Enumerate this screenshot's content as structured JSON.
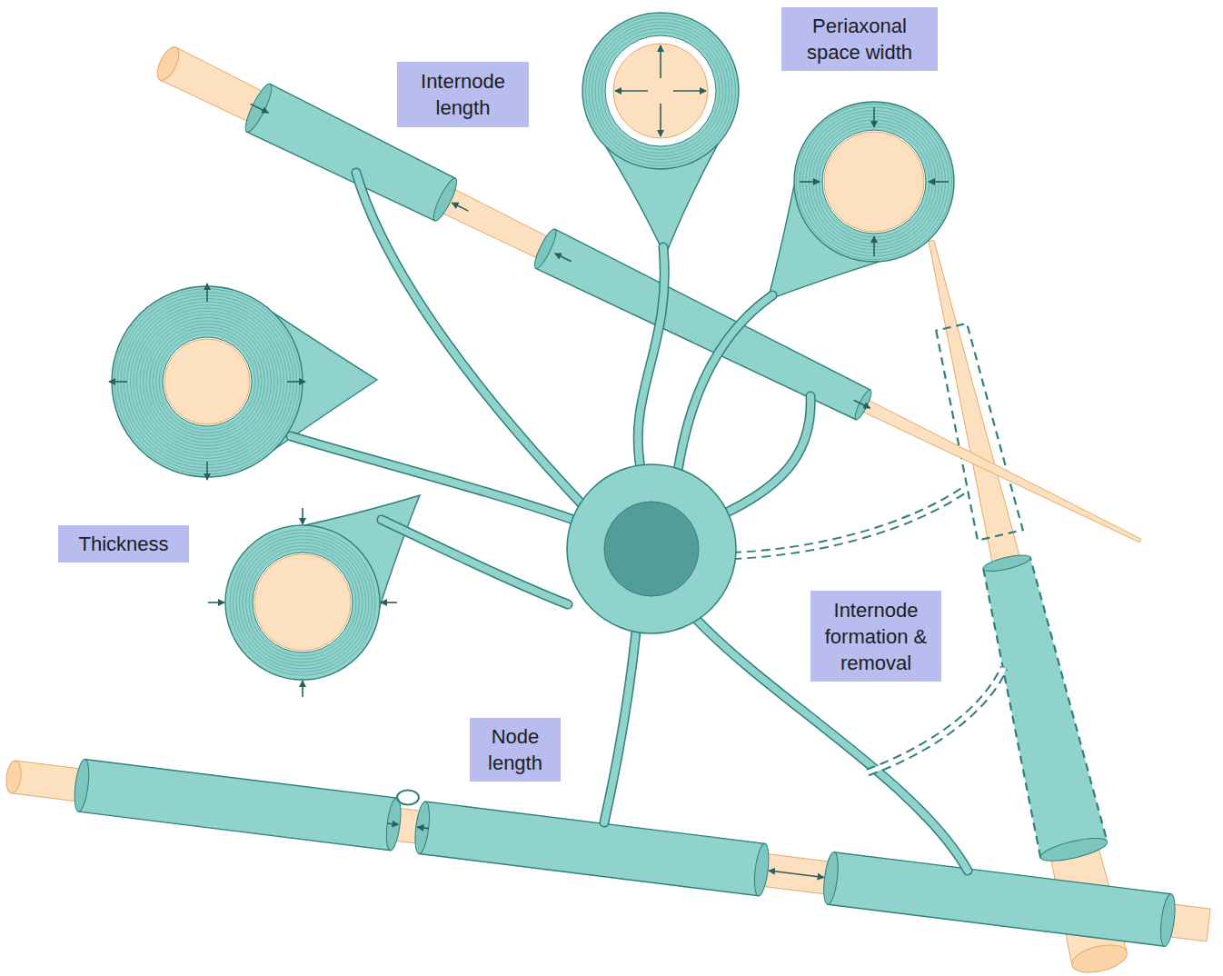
{
  "diagram": {
    "nodes": [
      {
        "text": [
          "Internode length"
        ]
      },
      {
        "text": [
          "Periaxonal space width"
        ]
      },
      {
        "text": [
          "Thickness"
        ]
      },
      {
        "text": [
          "Internode formation & removal"
        ]
      },
      {
        "text": [
          "Node length"
        ]
      }
    ],
    "edges": []
  }
}
